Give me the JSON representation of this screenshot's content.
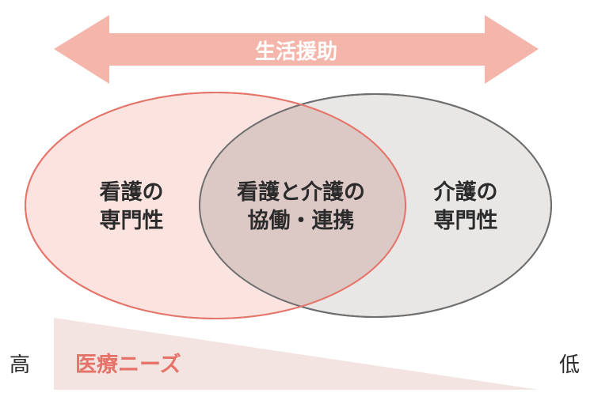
{
  "arrow": {
    "label": "生活援助",
    "fill_color": "#f4b6ab",
    "text_color": "#ffffff"
  },
  "venn": {
    "left": {
      "line1": "看護の",
      "line2": "専門性",
      "fill_color": "#fbe3df",
      "stroke_color": "#e5756a"
    },
    "right": {
      "line1": "介護の",
      "line2": "専門性",
      "fill_color": "#e8e7e6",
      "stroke_color": "#6e6e6e"
    },
    "overlap": {
      "line1": "看護と介護の",
      "line2": "協働・連携",
      "fill_color": "#dcc9c6"
    },
    "text_color": "#2b2b2b"
  },
  "needs_scale": {
    "label": "医療ニーズ",
    "label_color": "#e5736a",
    "wedge_color": "#f3e4e1",
    "high_label": "高",
    "low_label": "低"
  }
}
